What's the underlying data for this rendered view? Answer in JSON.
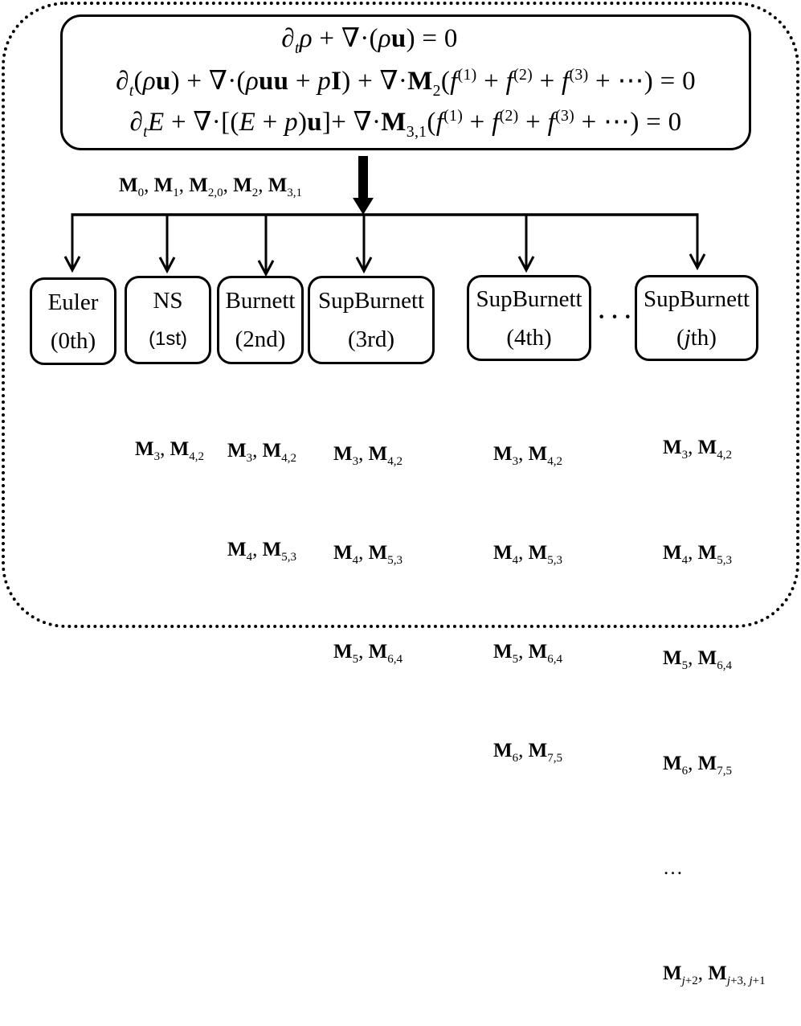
{
  "diagram": {
    "equations": [
      [
        {
          "r": "∂"
        },
        {
          "isub": "t"
        },
        {
          "i": "ρ"
        },
        {
          "r": " + ∇·("
        },
        {
          "i": "ρ"
        },
        {
          "b": "u"
        },
        {
          "r": ") = 0"
        }
      ],
      [
        {
          "r": "∂"
        },
        {
          "isub": "t"
        },
        {
          "r": "("
        },
        {
          "i": "ρ"
        },
        {
          "b": "u"
        },
        {
          "r": ") + ∇·("
        },
        {
          "i": "ρ"
        },
        {
          "b": "uu"
        },
        {
          "r": " + "
        },
        {
          "i": "p"
        },
        {
          "b": "I"
        },
        {
          "r": ") + ∇·"
        },
        {
          "b": "M"
        },
        {
          "sub": "2"
        },
        {
          "r": "("
        },
        {
          "i": "f"
        },
        {
          "sup": "(1)"
        },
        {
          "r": " + "
        },
        {
          "i": "f"
        },
        {
          "sup": "(2)"
        },
        {
          "r": " + "
        },
        {
          "i": "f"
        },
        {
          "sup": "(3)"
        },
        {
          "r": " + ⋯) = 0"
        }
      ],
      [
        {
          "r": "∂"
        },
        {
          "isub": "t"
        },
        {
          "i": "E"
        },
        {
          "r": " + ∇·[("
        },
        {
          "i": "E"
        },
        {
          "r": " + "
        },
        {
          "i": "p"
        },
        {
          "r": ")"
        },
        {
          "b": "u"
        },
        {
          "r": "]+ ∇·"
        },
        {
          "b": "M"
        },
        {
          "sub": "3,1"
        },
        {
          "r": "("
        },
        {
          "i": "f"
        },
        {
          "sup": "(1)"
        },
        {
          "r": " + "
        },
        {
          "i": "f"
        },
        {
          "sup": "(2)"
        },
        {
          "r": " + "
        },
        {
          "i": "f"
        },
        {
          "sup": "(3)"
        },
        {
          "r": " + ⋯) = 0"
        }
      ]
    ],
    "shared_moments": [
      {
        "b": "M"
      },
      {
        "sub": "0"
      },
      {
        "r": ", "
      },
      {
        "b": "M"
      },
      {
        "sub": "1"
      },
      {
        "r": ", "
      },
      {
        "b": "M"
      },
      {
        "sub": "2,0"
      },
      {
        "r": ", "
      },
      {
        "b": "M"
      },
      {
        "sub": "2"
      },
      {
        "r": ", "
      },
      {
        "b": "M"
      },
      {
        "sub": "3,1"
      }
    ],
    "methods": [
      {
        "title": "Euler",
        "order": [
          {
            "r": "(0th)"
          }
        ],
        "moments": []
      },
      {
        "title": "NS",
        "order": [
          {
            "r": "(1st)"
          }
        ],
        "moments": [
          [
            {
              "b": "M"
            },
            {
              "sub": "3"
            },
            {
              "r": ", "
            },
            {
              "b": "M"
            },
            {
              "sub": "4,2"
            }
          ]
        ]
      },
      {
        "title": "Burnett",
        "order": [
          {
            "r": "(2nd)"
          }
        ],
        "moments": [
          [
            {
              "b": "M"
            },
            {
              "sub": "3"
            },
            {
              "r": ", "
            },
            {
              "b": "M"
            },
            {
              "sub": "4,2"
            }
          ],
          [
            {
              "b": "M"
            },
            {
              "sub": "4"
            },
            {
              "r": ", "
            },
            {
              "b": "M"
            },
            {
              "sub": "5,3"
            }
          ]
        ]
      },
      {
        "title": "SupBurnett",
        "order": [
          {
            "r": "(3rd)"
          }
        ],
        "moments": [
          [
            {
              "b": "M"
            },
            {
              "sub": "3"
            },
            {
              "r": ", "
            },
            {
              "b": "M"
            },
            {
              "sub": "4,2"
            }
          ],
          [
            {
              "b": "M"
            },
            {
              "sub": "4"
            },
            {
              "r": ", "
            },
            {
              "b": "M"
            },
            {
              "sub": "5,3"
            }
          ],
          [
            {
              "b": "M"
            },
            {
              "sub": "5"
            },
            {
              "r": ", "
            },
            {
              "b": "M"
            },
            {
              "sub": "6,4"
            }
          ]
        ]
      },
      {
        "title": "SupBurnett",
        "order": [
          {
            "r": "(4th)"
          }
        ],
        "moments": [
          [
            {
              "b": "M"
            },
            {
              "sub": "3"
            },
            {
              "r": ", "
            },
            {
              "b": "M"
            },
            {
              "sub": "4,2"
            }
          ],
          [
            {
              "b": "M"
            },
            {
              "sub": "4"
            },
            {
              "r": ", "
            },
            {
              "b": "M"
            },
            {
              "sub": "5,3"
            }
          ],
          [
            {
              "b": "M"
            },
            {
              "sub": "5"
            },
            {
              "r": ", "
            },
            {
              "b": "M"
            },
            {
              "sub": "6,4"
            }
          ],
          [
            {
              "b": "M"
            },
            {
              "sub": "6"
            },
            {
              "r": ", "
            },
            {
              "b": "M"
            },
            {
              "sub": "7,5"
            }
          ]
        ]
      },
      {
        "title": "SupBurnett",
        "order": [
          {
            "r": "("
          },
          {
            "i": "j"
          },
          {
            "r": "th)"
          }
        ],
        "moments": [
          [
            {
              "b": "M"
            },
            {
              "sub": "3"
            },
            {
              "r": ", "
            },
            {
              "b": "M"
            },
            {
              "sub": "4,2"
            }
          ],
          [
            {
              "b": "M"
            },
            {
              "sub": "4"
            },
            {
              "r": ", "
            },
            {
              "b": "M"
            },
            {
              "sub": "5,3"
            }
          ],
          [
            {
              "b": "M"
            },
            {
              "sub": "5"
            },
            {
              "r": ", "
            },
            {
              "b": "M"
            },
            {
              "sub": "6,4"
            }
          ],
          [
            {
              "b": "M"
            },
            {
              "sub": "6"
            },
            {
              "r": ", "
            },
            {
              "b": "M"
            },
            {
              "sub": "7,5"
            }
          ],
          [
            {
              "r": "…"
            }
          ],
          [
            {
              "b": "M"
            },
            {
              "isub": "j"
            },
            {
              "sub": "+2"
            },
            {
              "r": ", "
            },
            {
              "b": "M"
            },
            {
              "isub": "j"
            },
            {
              "sub": "+3, "
            },
            {
              "isub": "j"
            },
            {
              "sub": "+1"
            }
          ]
        ]
      }
    ],
    "ellipsis": "· · ·"
  }
}
